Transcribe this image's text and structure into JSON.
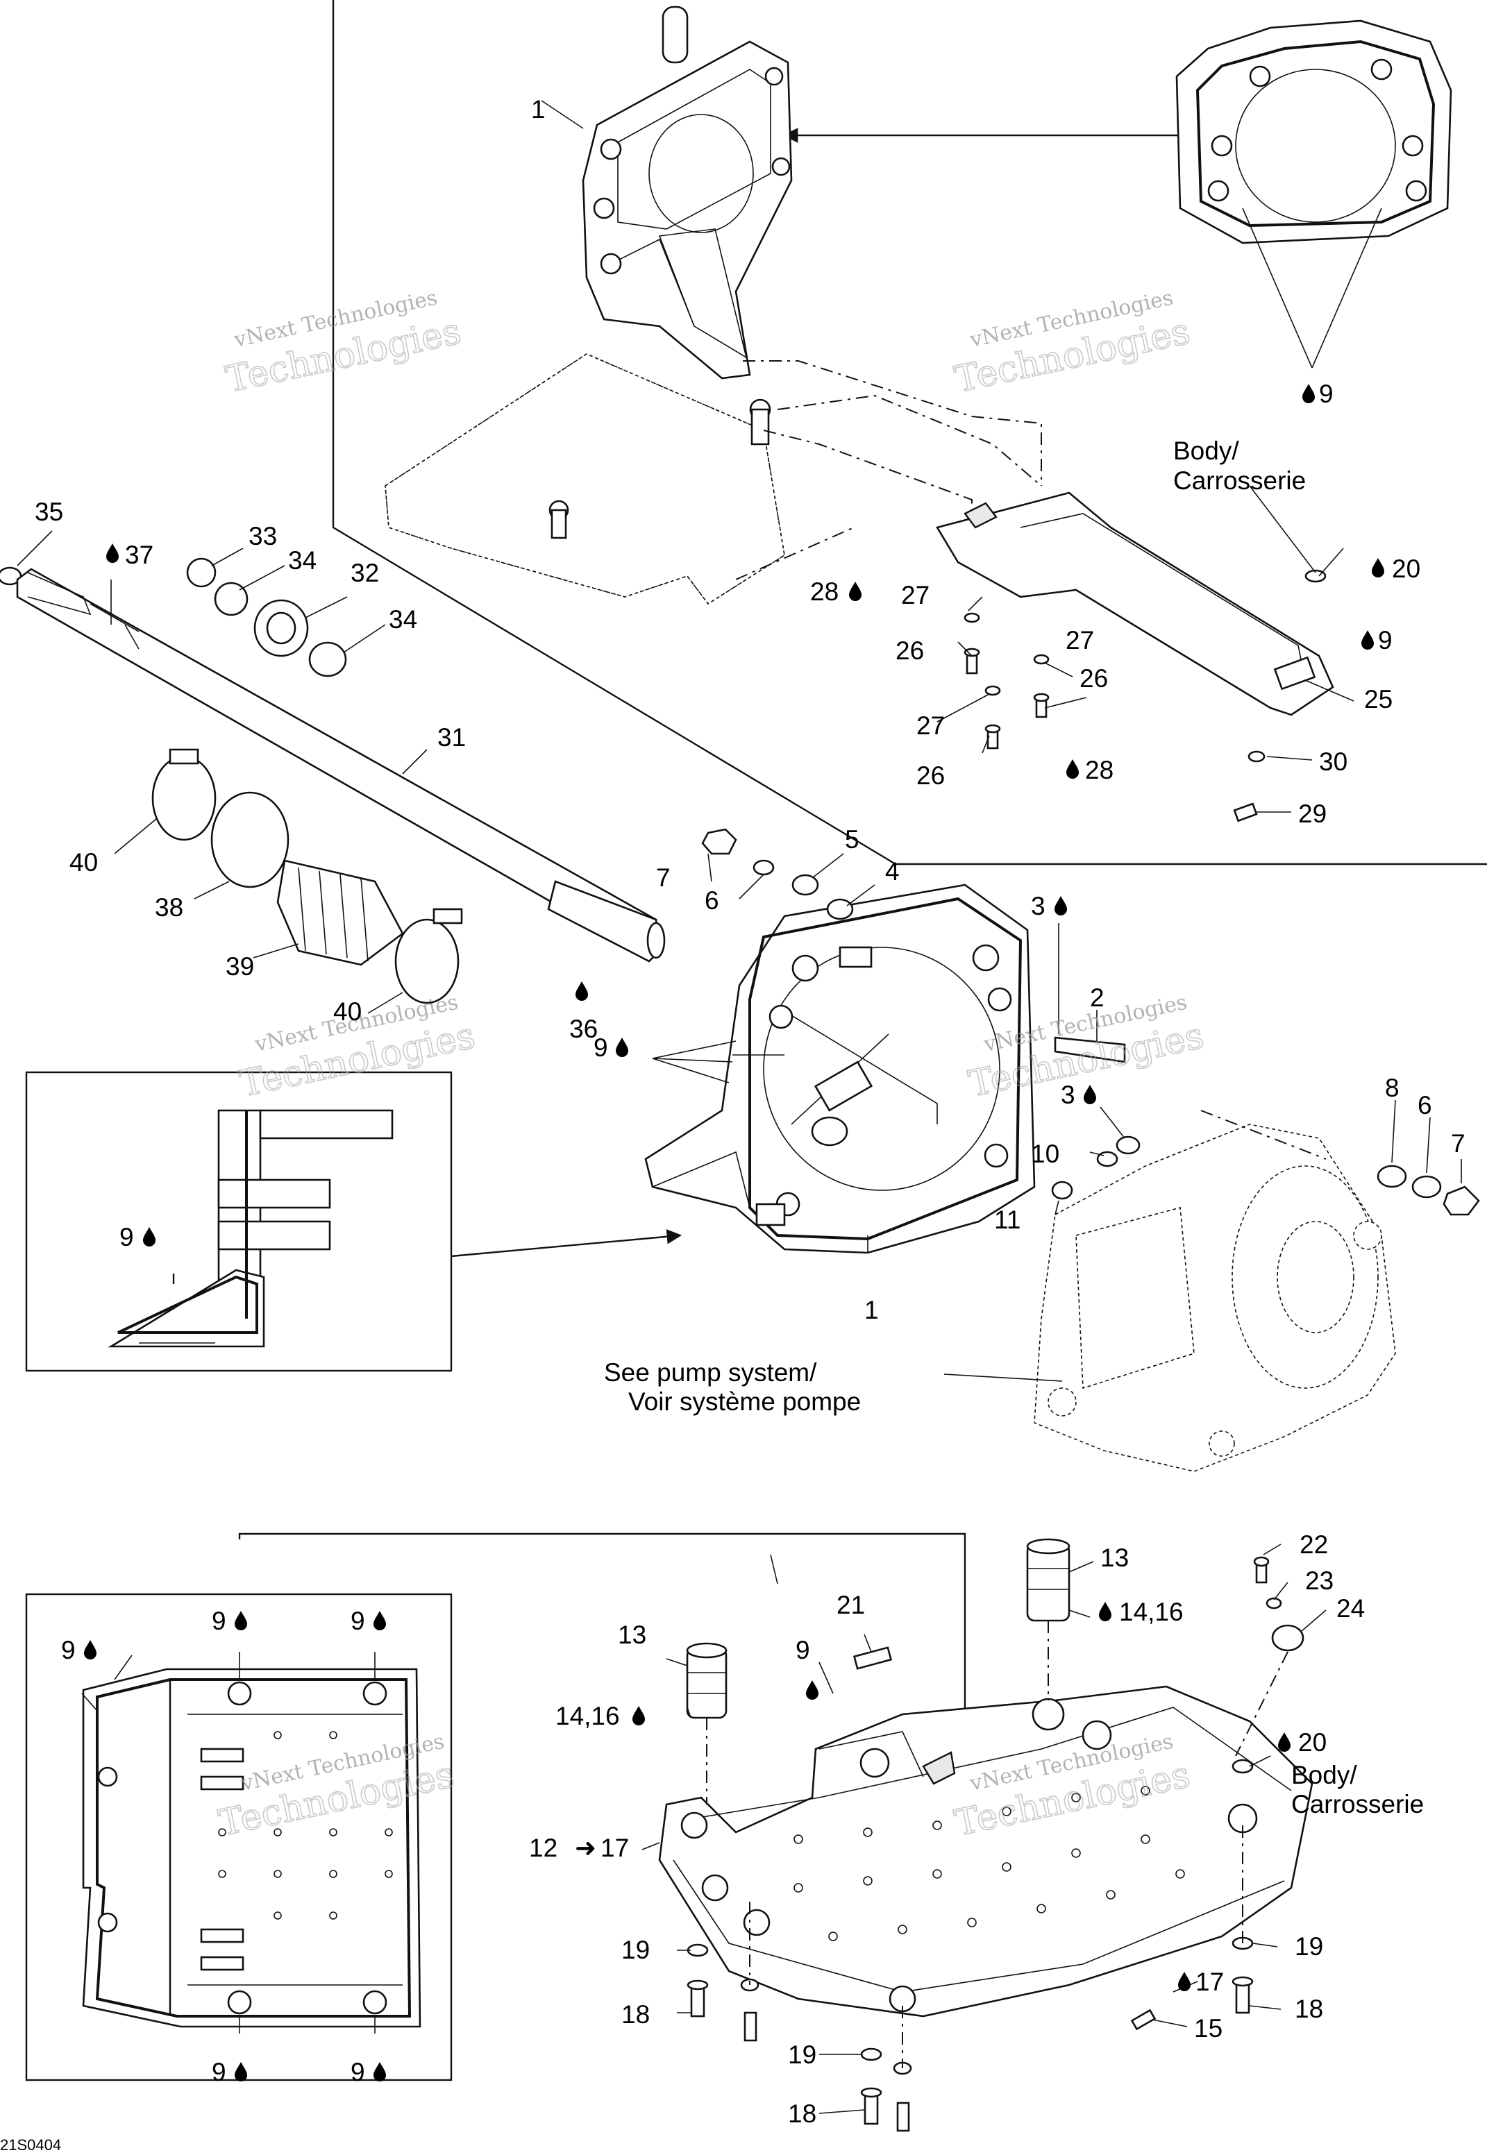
{
  "diagram_code": "21S0404",
  "watermark": {
    "line1": "vNext Technologies",
    "line2": "Technologies"
  },
  "labels": {
    "l1a": "1",
    "l1b": "1",
    "l2": "2",
    "l3a": "3",
    "l3b": "3",
    "l4": "4",
    "l5": "5",
    "l6a": "6",
    "l6b": "6",
    "l7a": "7",
    "l7b": "7",
    "l8": "8",
    "l9a": "9",
    "l9b": "9",
    "l9c": "9",
    "l9d": "9",
    "l9e": "9",
    "l9f": "9",
    "l9g": "9",
    "l9h": "9",
    "l9i": "9",
    "l9j": "9",
    "l10": "10",
    "l11": "11",
    "l12": "12",
    "l12to": "17",
    "l13a": "13",
    "l13b": "13",
    "l1416a": "14,16",
    "l1416b": "14,16",
    "l15": "15",
    "l17": "17",
    "l18a": "18",
    "l18b": "18",
    "l18c": "18",
    "l19a": "19",
    "l19b": "19",
    "l19c": "19",
    "l20a": "20",
    "l20b": "20",
    "l21": "21",
    "l22": "22",
    "l23": "23",
    "l24": "24",
    "l25": "25",
    "l26a": "26",
    "l26b": "26",
    "l26c": "26",
    "l27a": "27",
    "l27b": "27",
    "l27c": "27",
    "l28a": "28",
    "l28b": "28",
    "l29": "29",
    "l30": "30",
    "l31": "31",
    "l32": "32",
    "l33": "33",
    "l34a": "34",
    "l34b": "34",
    "l35": "35",
    "l36": "36",
    "l37": "37",
    "l38": "38",
    "l39": "39",
    "l40a": "40",
    "l40b": "40"
  },
  "notes": {
    "body_1": "Body/",
    "body_2": "Carrosserie",
    "body_3": "Body/",
    "body_4": "Carrosserie",
    "pump_1": "See pump system/",
    "pump_2": "Voir système pompe"
  },
  "icons": [
    "drop-icon",
    "arrow-right-icon"
  ]
}
